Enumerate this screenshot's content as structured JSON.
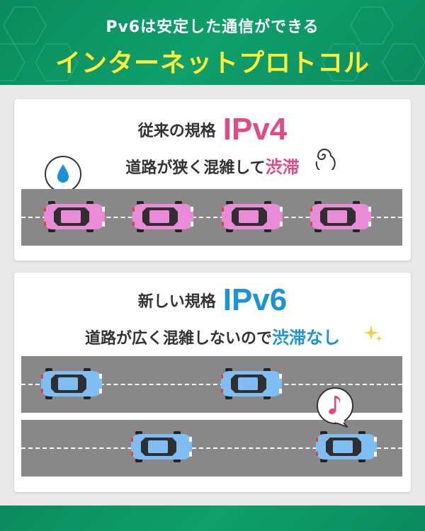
{
  "header": {
    "subtitle": "Pv6は安定した通信ができる",
    "title": "インターネットプロトコル"
  },
  "ipv4": {
    "label": "従来の規格",
    "name": "IPv4",
    "desc_prefix": "道路が狭く混雑して",
    "desc_highlight": "渋滞",
    "accent": "#e24a86",
    "car_color": "#e98bd6",
    "bubble_icon": "water-drop-icon"
  },
  "ipv6": {
    "label": "新しい規格",
    "name": "IPv6",
    "desc_prefix": "道路が広く混雑しないので",
    "desc_highlight": "渋滞なし",
    "accent": "#1a93d9",
    "car_color": "#7fbdf3",
    "bubble_icon": "music-note-icon"
  },
  "colors": {
    "header_green": "#0fa06c",
    "title_yellow": "#ffee33",
    "road_gray": "#888888"
  }
}
